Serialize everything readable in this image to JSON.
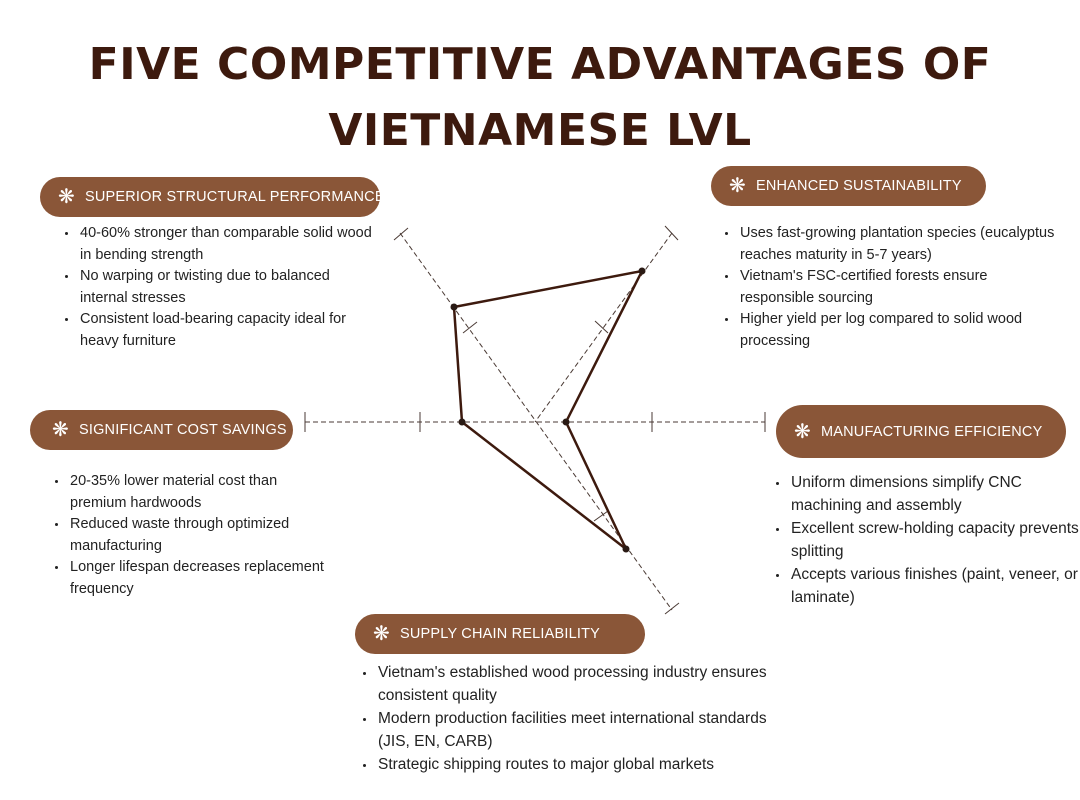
{
  "title": {
    "line1": "FIVE COMPETITIVE ADVANTAGES OF",
    "line2": "VIETNAMESE LVL"
  },
  "colors": {
    "pill_bg": "#8a5638",
    "title": "#3d1a0e",
    "radar_line": "#3d1a0e"
  },
  "sections": {
    "structural": {
      "label": "SUPERIOR STRUCTURAL PERFORMANCE",
      "icon": "asterisk-flower-icon",
      "bullets": [
        "40-60% stronger than comparable solid wood in bending strength",
        "No warping or twisting due to balanced internal stresses",
        "Consistent load-bearing capacity ideal for heavy furniture"
      ]
    },
    "sustainability": {
      "label": "ENHANCED SUSTAINABILITY",
      "icon": "asterisk-flower-icon",
      "bullets": [
        "Uses fast-growing plantation species (eucalyptus reaches maturity in 5-7 years)",
        "Vietnam's FSC-certified forests ensure responsible sourcing",
        "Higher yield per log compared to solid wood processing"
      ]
    },
    "cost": {
      "label": "SIGNIFICANT COST SAVINGS",
      "icon": "asterisk-flower-icon",
      "bullets": [
        "20-35% lower material cost than premium hardwoods",
        "Reduced waste through optimized manufacturing",
        "Longer lifespan decreases replacement frequency"
      ]
    },
    "manufacturing": {
      "label": "MANUFACTURING EFFICIENCY",
      "icon": "asterisk-flower-icon",
      "bullets": [
        "Uniform dimensions simplify CNC machining and assembly",
        "Excellent screw-holding capacity prevents splitting",
        "Accepts various finishes (paint, veneer, or laminate)"
      ]
    },
    "supply": {
      "label": "SUPPLY CHAIN RELIABILITY",
      "icon": "asterisk-flower-icon",
      "bullets": [
        "Vietnam's established wood processing industry ensures consistent quality",
        "Modern production facilities meet international standards (JIS, EN, CARB)",
        "Strategic shipping routes to major global markets"
      ]
    }
  }
}
